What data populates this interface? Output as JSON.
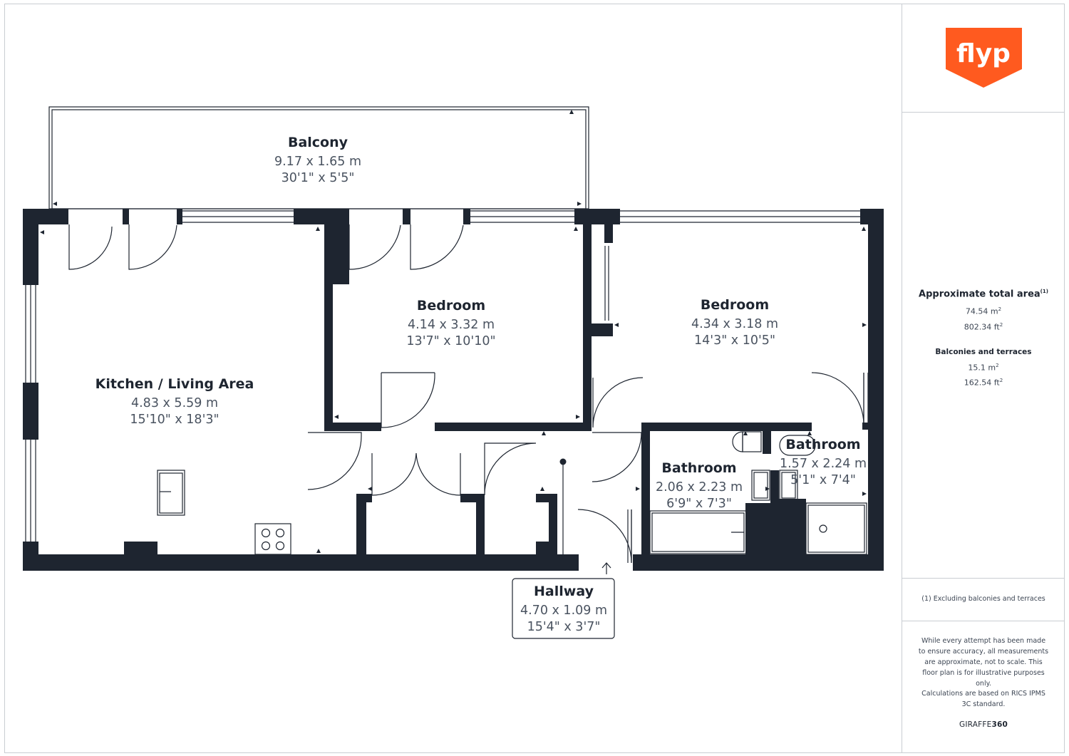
{
  "brand": {
    "logo_text": "flyp",
    "color": "#ff5a1f"
  },
  "rooms": {
    "balcony": {
      "name": "Balcony",
      "metric": "9.17 x 1.65 m",
      "imperial": "30'1\" x 5'5\""
    },
    "kitchen": {
      "name": "Kitchen / Living Area",
      "metric": "4.83 x 5.59 m",
      "imperial": "15'10\" x 18'3\""
    },
    "bedroom1": {
      "name": "Bedroom",
      "metric": "4.14 x 3.32 m",
      "imperial": "13'7\" x 10'10\""
    },
    "bedroom2": {
      "name": "Bedroom",
      "metric": "4.34 x 3.18 m",
      "imperial": "14'3\" x 10'5\""
    },
    "bathroom1": {
      "name": "Bathroom",
      "metric": "2.06 x 2.23 m",
      "imperial": "6'9\" x 7'3\""
    },
    "bathroom2": {
      "name": "Bathroom",
      "metric": "1.57 x 2.24 m",
      "imperial": "5'1\" x 7'4\""
    },
    "hallway": {
      "name": "Hallway",
      "metric": "4.70 x 1.09 m",
      "imperial": "15'4\" x 3'7\""
    }
  },
  "summary": {
    "total_title": "Approximate total area",
    "total_note_ref": "(1)",
    "total_m2_value": "74.54 m",
    "total_ft2_value": "802.34 ft",
    "squared": "2",
    "balconies_title": "Balconies and terraces",
    "balconies_m2_value": "15.1 m",
    "balconies_ft2_value": "162.54 ft"
  },
  "footnote": "(1) Excluding balconies and terraces",
  "disclaimer_1": "While every attempt has been made to ensure accuracy, all measurements are approximate, not to scale. This floor plan is for illustrative purposes only.",
  "disclaimer_2": "Calculations are based on RICS IPMS 3C standard.",
  "credit": {
    "prefix": "GIRAFFE",
    "suffix": "360"
  },
  "colors": {
    "wall": "#1e2530",
    "frame": "#c9cdd2",
    "text_secondary": "#4a5360"
  }
}
